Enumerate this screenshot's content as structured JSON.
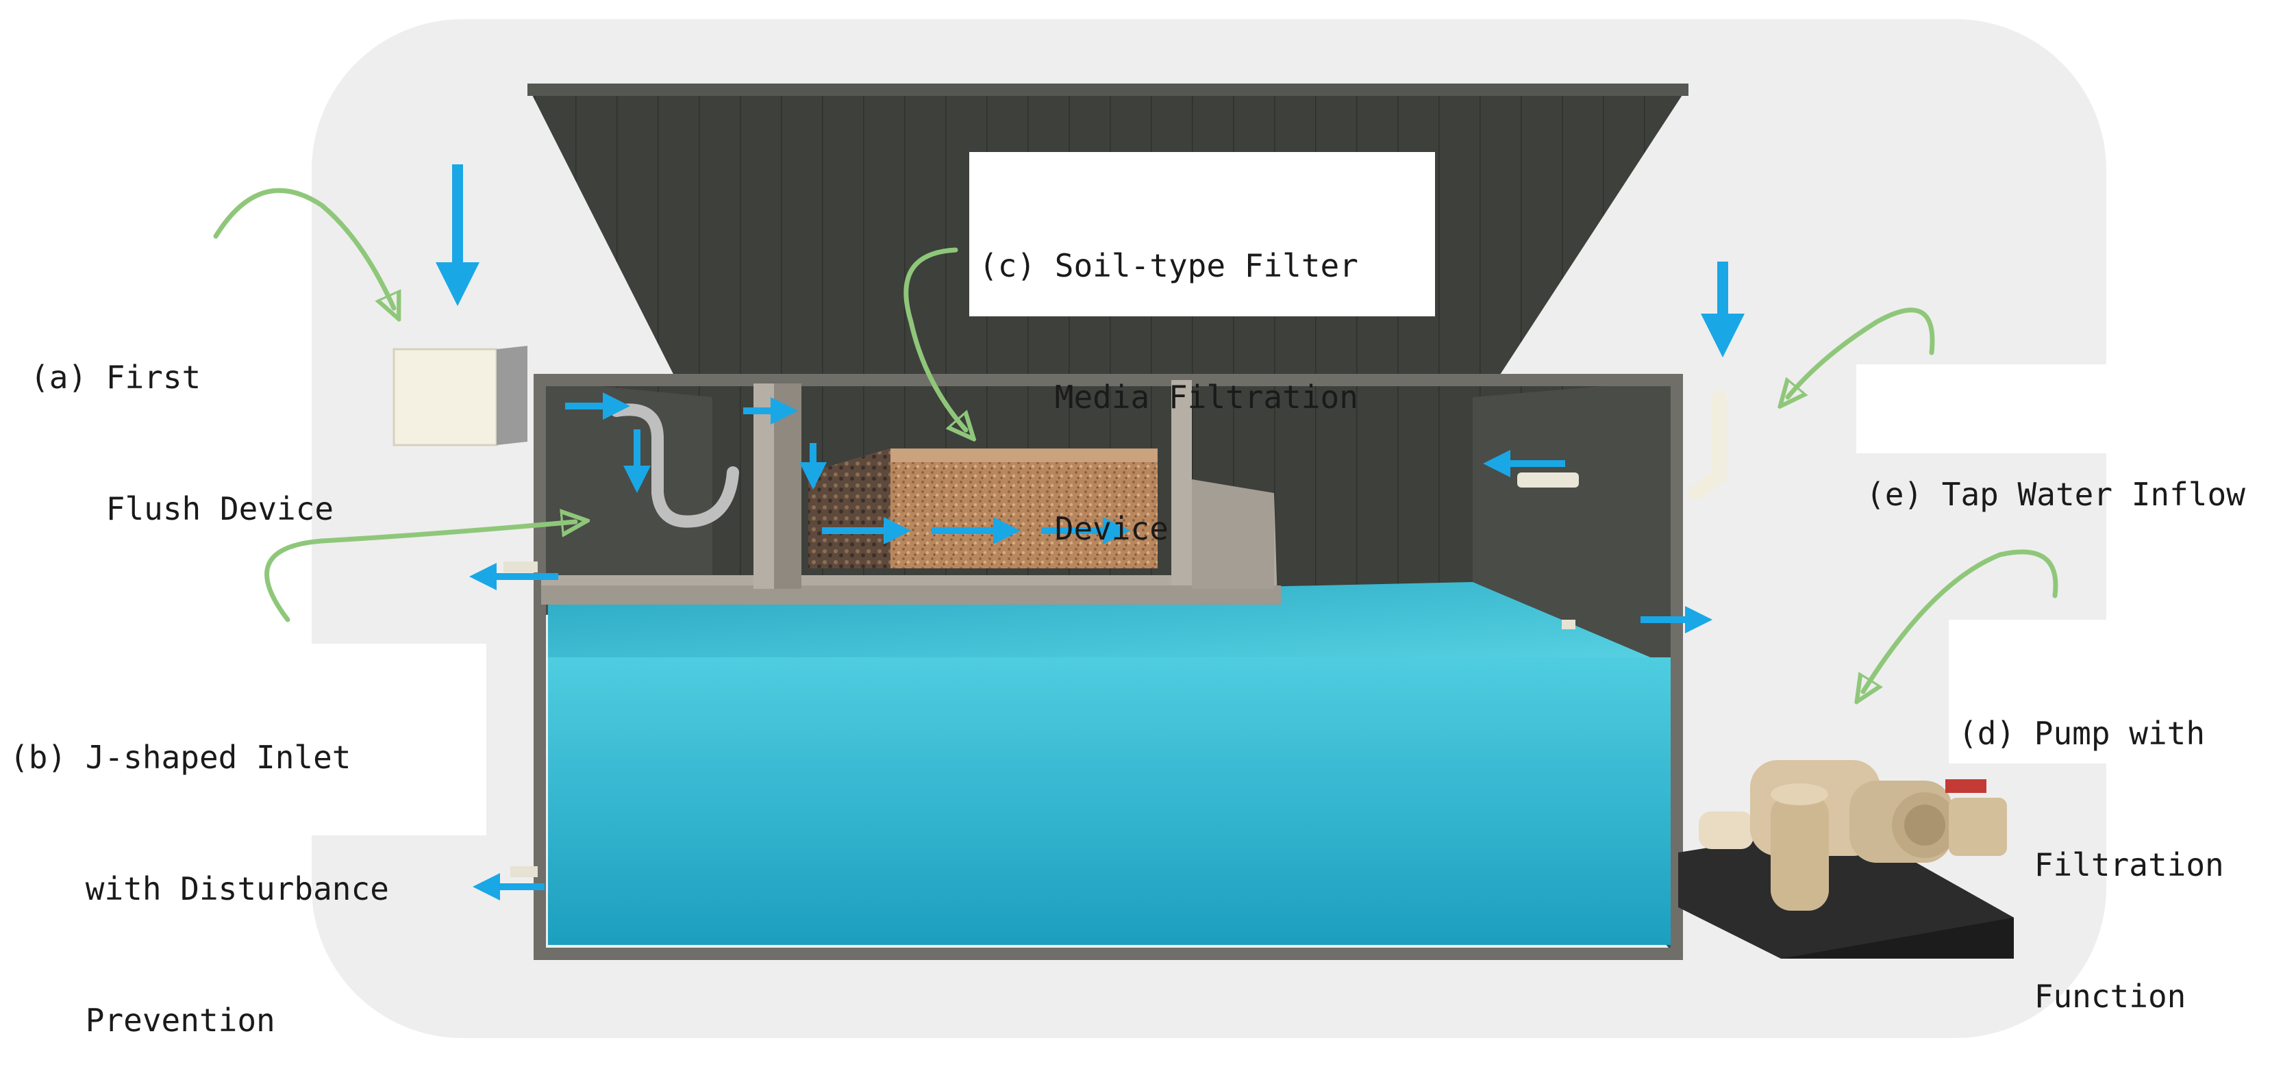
{
  "colors": {
    "background_panel": "#eeeeee",
    "flow_arrow": "#1aa7e6",
    "callout_arrow": "#8fc77a",
    "wall_dark": "#3a3c38",
    "water": "#2fb8cf",
    "soil_media": "#b78a62",
    "pump": "#d9c4a3",
    "pump_base": "#2c2c2c"
  },
  "labels": {
    "a": {
      "lines": [
        "(a) First",
        "    Flush Device"
      ]
    },
    "b": {
      "lines": [
        "(b) J-shaped Inlet",
        "    with Disturbance",
        "    Prevention"
      ]
    },
    "c": {
      "lines": [
        "(c) Soil-type Filter",
        "    Media Filtration",
        "    Device"
      ]
    },
    "d": {
      "lines": [
        "(d) Pump with",
        "    Filtration",
        "    Function"
      ]
    },
    "e": {
      "lines": [
        "(e) Tap Water Inflow"
      ]
    }
  },
  "icons": {
    "flow": "flow-arrow-icon",
    "callout": "callout-arrow-icon"
  }
}
